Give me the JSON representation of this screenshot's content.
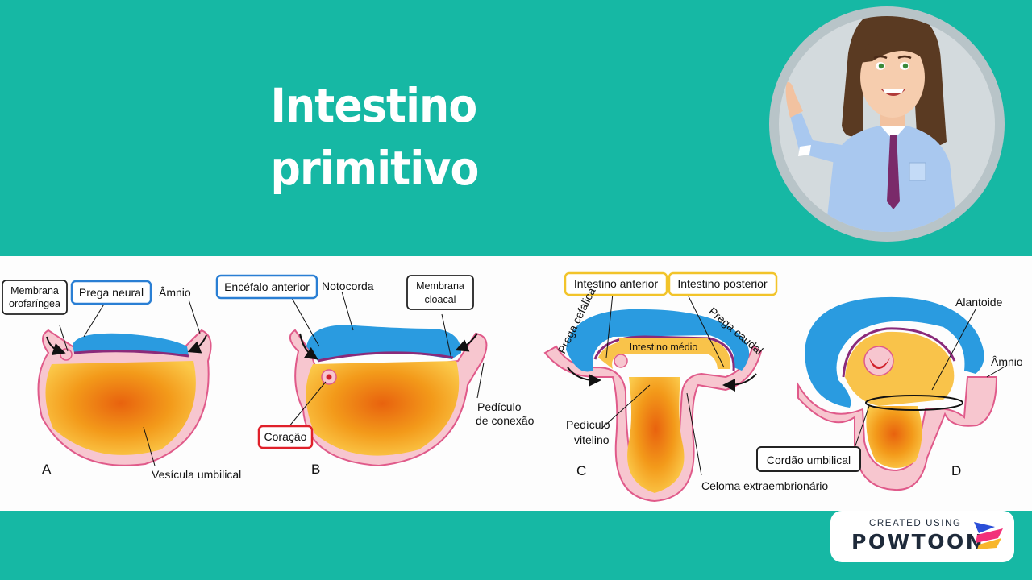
{
  "slide": {
    "title_lines": [
      "Intestino",
      "primitivo"
    ]
  },
  "diagram": {
    "panel_a": {
      "letter": "A",
      "membrana_orofaringea": [
        "Membrana",
        "orofaríngea"
      ],
      "prega_neural": "Prega neural",
      "amnio": "Âmnio",
      "vesicula_umbilical": "Vesícula umbilical"
    },
    "panel_b": {
      "letter": "B",
      "encefalo_anterior": "Encéfalo anterior",
      "notocorda": "Notocorda",
      "membrana_cloacal": [
        "Membrana",
        "cloacal"
      ],
      "pediculo_conexao": [
        "Pedículo",
        "de conexão"
      ],
      "coracao": "Coração"
    },
    "panel_c": {
      "letter": "C",
      "intestino_anterior": "Intestino anterior",
      "intestino_posterior": "Intestino posterior",
      "prega_cefalica": "Prega cefálica",
      "prega_caudal": "Prega caudal",
      "intestino_medio": "Intestino médio",
      "pediculo_vitelino": [
        "Pedículo",
        "vitelino"
      ],
      "celoma": "Celoma extraembrionário"
    },
    "panel_d": {
      "letter": "D",
      "alantoide": "Alantoide",
      "amnio": "Âmnio",
      "cordao_umbilical": "Cordão umbilical"
    },
    "colors": {
      "yolk": "#f59a1a",
      "ectoderm": "#2a9be0",
      "tissue": "#f7c6cf",
      "tissue_edge": "#e05a8a",
      "box_blue": "#2a7fd4",
      "box_yellow": "#f2c42a",
      "box_red": "#e0202a"
    }
  },
  "badge": {
    "created_using": "CREATED USING",
    "brand": "POWTOON"
  },
  "colors": {
    "background": "#16b8a4",
    "title": "#ffffff"
  }
}
